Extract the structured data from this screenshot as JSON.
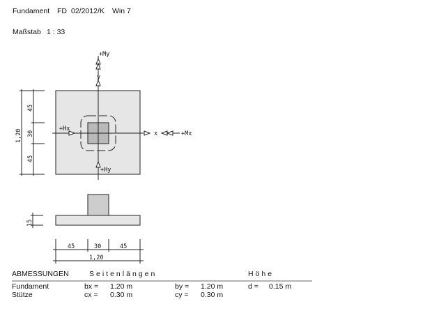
{
  "header": {
    "title": "Fundament",
    "code": "FD",
    "ref": "02/2012/K",
    "version": "Win 7",
    "scale_label": "Maßstab",
    "scale": "1 : 33"
  },
  "plan": {
    "my": "+My",
    "y": "y",
    "x": "x",
    "mx": "+Mx",
    "hx": "+Hx",
    "hy": "+Hy",
    "dim_total": "1,20",
    "dim_a": "45",
    "dim_b": "30",
    "dim_c": "45"
  },
  "elevation": {
    "dim_h": "15",
    "dim_a": "45",
    "dim_b": "30",
    "dim_c": "45",
    "dim_total": "1,20"
  },
  "table": {
    "heading": "ABMESSUNGEN",
    "col_sides": "Seitenlängen",
    "col_height": "Höhe",
    "rows": [
      {
        "name": "Fundament",
        "k1": "bx =",
        "v1": "1.20 m",
        "k2": "by =",
        "v2": "1.20 m",
        "k3": "d =",
        "v3": "0.15 m"
      },
      {
        "name": "Stütze",
        "k1": "cx =",
        "v1": "0.30 m",
        "k2": "cy =",
        "v2": "0.30 m"
      }
    ]
  }
}
